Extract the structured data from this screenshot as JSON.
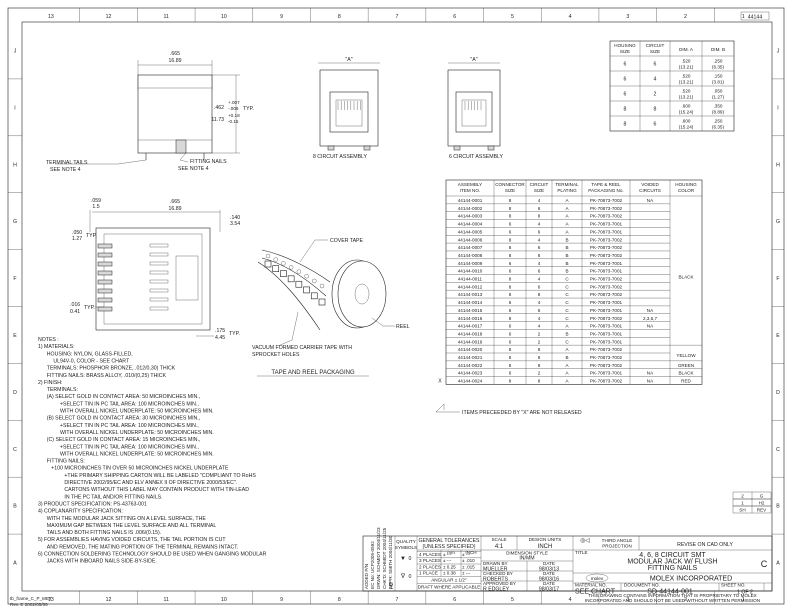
{
  "zones": {
    "columns": [
      "13",
      "12",
      "11",
      "10",
      "9",
      "8",
      "7",
      "6",
      "5",
      "4",
      "3",
      "2",
      "1"
    ],
    "rows": [
      "J",
      "I",
      "H",
      "G",
      "F",
      "E",
      "D",
      "C",
      "B",
      "A"
    ]
  },
  "doc_number_tag": "44144",
  "top_views": {
    "dim_665_in": ".665",
    "dim_665_mm": "16.89",
    "height_in": ".462",
    "height_tol_plus": "+.007",
    "height_tol_minus": "-.006",
    "height_mm": "11.73",
    "height_mm_tol_plus": "+0.18",
    "height_mm_tol_minus": "-0.15",
    "typ": "TYP.",
    "label_terminal_tails": "TERMINAL TAILS\nSEE NOTE 4",
    "label_fitting_nails": "FITTING NAILS\nSEE NOTE 4",
    "label_a": "\"A\"",
    "caption_8": "8 CIRCUIT ASSEMBLY",
    "caption_6": "6 CIRCUIT ASSEMBLY"
  },
  "dim_table": {
    "headers": [
      "HOUSING SIZE",
      "CIRCUIT SIZE",
      "DIM. A",
      "DIM. B"
    ],
    "rows": [
      [
        "6",
        "6",
        ".520\n(13.21)",
        ".250\n(6.35)"
      ],
      [
        "6",
        "4",
        ".520\n(13.21)",
        ".150\n(3.81)"
      ],
      [
        "6",
        "2",
        ".520\n(13.21)",
        ".050\n(1.27)"
      ],
      [
        "8",
        "8",
        ".600\n(15.24)",
        ".350\n(8.89)"
      ],
      [
        "8",
        "6",
        ".600\n(15.24)",
        ".250\n(6.35)"
      ]
    ]
  },
  "side_view": {
    "d059": ".059",
    "d15": "1.5",
    "d665": ".665",
    "d1689": "16.89",
    "d140": ".140",
    "d354": "3.54",
    "d050": ".050",
    "d127": "1.27",
    "typ1": "TYP.",
    "d016": ".016",
    "d041": "0.41",
    "typ2": "TYP.",
    "d175": ".175",
    "d445": "4.45",
    "typ3": "TYP."
  },
  "tape": {
    "cover_tape": "COVER TAPE",
    "reel": "REEL",
    "carrier": "VACUUM FORMED CARRIER TAPE WITH\nSPROCKET HOLES",
    "caption": "TAPE AND REEL PACKAGING"
  },
  "assy_table": {
    "headers": [
      "ASSEMBLY\nITEM NO.",
      "CONNECTOR\nSIZE",
      "CIRCUIT\nSIZE",
      "TERMINAL\nPLATING",
      "TAPE & REEL\nPACKAGING No.",
      "VOIDED\nCIRCUITS",
      "HOUSING\nCOLOR"
    ],
    "rows": [
      [
        "44144-0001",
        "8",
        "4",
        "A",
        "PK-70873-7002",
        "NA",
        ""
      ],
      [
        "44144-0002",
        "8",
        "6",
        "A",
        "PK-70873-7002",
        "",
        ""
      ],
      [
        "44144-0003",
        "8",
        "8",
        "A",
        "PK-70873-7002",
        "",
        ""
      ],
      [
        "44144-0004",
        "6",
        "4",
        "A",
        "PK-70873-7001",
        "",
        ""
      ],
      [
        "44144-0005",
        "6",
        "6",
        "A",
        "PK-70873-7001",
        "",
        ""
      ],
      [
        "44144-0006",
        "8",
        "4",
        "B",
        "PK-70873-7002",
        "",
        ""
      ],
      [
        "44144-0007",
        "8",
        "6",
        "B",
        "PK-70873-7002",
        "",
        ""
      ],
      [
        "44144-0008",
        "8",
        "8",
        "B",
        "PK-70873-7002",
        "",
        ""
      ],
      [
        "44144-0009",
        "6",
        "4",
        "B",
        "PK-70873-7001",
        "",
        ""
      ],
      [
        "44144-0010",
        "6",
        "6",
        "B",
        "PK-70873-7001",
        "",
        ""
      ],
      [
        "44144-0011",
        "8",
        "4",
        "C",
        "PK-70873-7002",
        "",
        ""
      ],
      [
        "44144-0012",
        "8",
        "6",
        "C",
        "PK-70873-7002",
        "",
        ""
      ],
      [
        "44144-0013",
        "8",
        "8",
        "C",
        "PK-70873-7002",
        "",
        ""
      ],
      [
        "44144-0014",
        "6",
        "4",
        "C",
        "PK-70873-7001",
        "",
        ""
      ],
      [
        "44144-0015",
        "6",
        "6",
        "C",
        "PK-70873-7001",
        "NA",
        ""
      ],
      [
        "44144-0016",
        "8",
        "4",
        "C",
        "PK-70873-7002",
        "2,3,6,7",
        ""
      ],
      [
        "44144-0017",
        "6",
        "4",
        "A",
        "PK-70873-7001",
        "NA",
        ""
      ],
      [
        "44144-0018",
        "6",
        "2",
        "B",
        "PK-70873-7001",
        "",
        ""
      ],
      [
        "44144-0019",
        "6",
        "2",
        "C",
        "PK-70873-7001",
        "",
        ""
      ],
      [
        "44144-0020",
        "8",
        "8",
        "A",
        "PK-70873-7002",
        "",
        ""
      ],
      [
        "44144-0021",
        "8",
        "8",
        "B",
        "PK-70873-7002",
        "",
        ""
      ],
      [
        "44144-0022",
        "8",
        "8",
        "A",
        "PK-70873-7002",
        "",
        ""
      ],
      [
        "44144-0023",
        "6",
        "2",
        "A",
        "PK-70873-7001",
        "NA",
        ""
      ],
      [
        "44144-0024",
        "8",
        "8",
        "A",
        "PK-70873-7002",
        "NA",
        ""
      ]
    ],
    "color_black": "BLACK",
    "color_yellow": "YELLOW",
    "color_green": "GREEN",
    "color_black2": "BLACK",
    "color_red": "RED",
    "x_marker": "X",
    "footnote": "ITEMS PRECEEDED BY \"X\" ARE NOT RELEASED"
  },
  "notes": [
    "NOTES :",
    "1) MATERIALS:",
    "    HOUSING: NYLON, GLASS-FILLED,",
    "       UL94V-0, COLOR - SEE CHART",
    "    TERMINALS: PHOSPHOR BRONZE, .012/0,30) THICK",
    "    FITTING NAILS: BRASS ALLOY, .010/(0,25) THICK",
    "2) FINISH:",
    "    TERMINALS:",
    "    (A)  SELECT GOLD IN CONTACT AREA:  50 MICROINCHES MIN.,",
    "          +SELECT TIN IN PC TAIL AREA:  100 MICROINCHES MIN.,",
    "          WITH OVERALL NICKEL UNDERPLATE:  50 MICROINCHES MIN.",
    "    (B)  SELECT GOLD IN CONTACT AREA:  30 MICROINCHES MIN.,",
    "          +SELECT TIN IN PC TAIL AREA:  100 MICROINCHES MIN.,",
    "          WITH OVERALL NICKEL UNDERPLATE:  50 MICROINCHES MIN.",
    "    (C)  SELECT GOLD IN CONTACT AREA:  15 MICROINCHES MIN.,",
    "          +SELECT TIN IN PC TAIL AREA:  100 MICROINCHES MIN.,",
    "          WITH OVERALL NICKEL UNDERPLATE:  50 MICROINCHES MIN.",
    "    FITTING NAILS:",
    "      +100 MICROINCHES TIN OVER 50 MICROINCHES NICKEL UNDERPLATE",
    "            +THE PRIMARY SHIPPING CARTON WILL BE LABELED \"COMPLIANT TO RoHS",
    "            DIRECTIVE 2002/95/EC AND ELV ANNEX II OF DIRECTIVE 2000/53/EC\".",
    "            CARTONS WITHOUT THIS LABEL MAY CONTAIN PRODUCT WITH TIN-LEAD",
    "            IN THE PC TAIL AND/OR FITTING NAILS.",
    "3) PRODUCT SPECIFICATION: PS-43763-001",
    "4) COPLANARITY SPECIFICATION:",
    "    WITH THE MODULAR JACK SITTING ON A LEVEL SURFACE, THE",
    "    MAXIMUM GAP BETWEEN THE LEVEL SURFACE AND ALL TERMINAL",
    "    TAILS AND BOTH FITTING NAILS IS .006/(0.15).",
    "5) FOR ASSEMBLIES HAVING VOIDED CIRCUITS, THE TAIL PORTION IS CUT",
    "    AND REMOVED, THE MATING PORTION OF THE TERMINAL REMAINS INTACT.",
    "6) CONNECTION SOLDERING TECHNOLOGY SHOULD BE USED WHEN GANGING MODULAR",
    "    JACKS WITH INBOARD NAILS SIDE-BY-SIDE."
  ],
  "file_info": {
    "line1": "tb_frame_C_P_MET",
    "line2": "Rev. E 2002/05/05"
  },
  "revisions": {
    "rows": [
      [
        "2",
        "G"
      ],
      [
        "1",
        "H2"
      ]
    ],
    "headers": [
      "SH",
      "REV"
    ]
  },
  "title_block": {
    "ec_lines": [
      "ADDED P/N",
      "EC No: UCP2005-0592",
      "DRWN: SCHMIDT  2004/11/23",
      "CHK'D: SCHMIDT  2004/11/25",
      "APPR: SMITH  2004/11/30"
    ],
    "ec_rev": "H2",
    "quality": "QUALITY",
    "symbols": "SYMBOLS",
    "tri_a": "▼",
    "tri_a_val": "0",
    "tri_b": "∇",
    "tri_b_val": "0",
    "gen_tol": "GENERAL TOLERANCES",
    "unless": "(UNLESS SPECIFIED)",
    "mm_label": "mm",
    "inch_label": "INCH",
    "tol_rows": [
      [
        "4 PLACES",
        "± ---",
        "± ---"
      ],
      [
        "3 PLACES",
        "± ---",
        "± .010"
      ],
      [
        "2 PLACES",
        "± 0.25",
        "± .015"
      ],
      [
        "1 PLACE",
        "± 0.38",
        "± ---"
      ]
    ],
    "angular": "ANGULAR ± 1/2°",
    "draft": "DRAFT WHERE APPLICABLE",
    "must_remain": "MUST REMAIN\nWITHIN DIMENSIONS",
    "scale_label": "SCALE",
    "scale": "4:1",
    "design_units_label": "DESIGN UNITS",
    "design_units": "INCH",
    "dim_style_label": "DIMENSION STYLE",
    "dim_style": "IN/MM",
    "drawn_by_label": "DRAWN BY",
    "drawn_by": "MUELLER",
    "drawn_date_label": "DATE",
    "drawn_date": "98/03/13",
    "checked_by_label": "CHECKED BY",
    "checked_by": "ROBERTS",
    "checked_date_label": "DATE",
    "checked_date": "98/03/16",
    "approved_by_label": "APPROVED BY",
    "approved_by": "R EDGLEY",
    "approved_date_label": "DATE",
    "approved_date": "98/03/17",
    "third_angle": "THIRD ANGLE\nPROJECTION",
    "revise": "REVISE ON CAD ONLY",
    "title_label": "TITLE",
    "title": "4, 6, 8 CIRCUIT SMT\nMODULAR JACK W/ FLUSH\nFITTING NAILS",
    "company": "MOLEX INCORPORATED",
    "logo_text": "molex",
    "material_no_label": "MATERIAL NO.",
    "material_no": "SEE CHART",
    "doc_no_label": "DOCUMENT NO.",
    "doc_no": "SD-44144-001",
    "sheet_no_label": "SHEET NO.",
    "sheet_no": "1 OF 2",
    "proprietary": "THIS DRAWING CONTAINS INFORMATION THAT IS PROPRIETARY TO MOLEX\nINCORPORATED AND SHOULD NOT BE USED WITHOUT WRITTEN PERMISSION",
    "size": "C"
  }
}
